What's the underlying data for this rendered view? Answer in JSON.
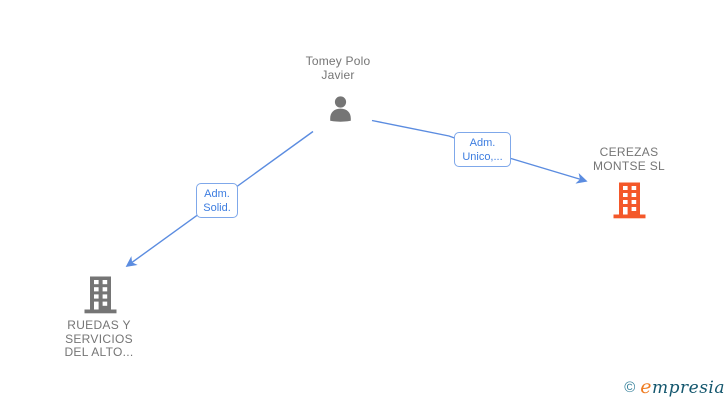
{
  "person": {
    "label_line1": "Tomey Polo",
    "label_line2": "Javier"
  },
  "edge_labels": {
    "unico": {
      "line1": "Adm.",
      "line2": "Unico,..."
    },
    "solid": {
      "line1": "Adm.",
      "line2": "Solid."
    }
  },
  "companies": {
    "cerezas": {
      "label_line1": "CEREZAS",
      "label_line2": "MONTSE SL"
    },
    "ruedas": {
      "label_line1": "RUEDAS Y",
      "label_line2": "SERVICIOS",
      "label_line3": "DEL ALTO..."
    }
  },
  "watermark": {
    "copyright": "©",
    "brand_first": "e",
    "brand_rest": "mpresia"
  },
  "colors": {
    "edge_blue": "#5b8ce0",
    "label_border_blue": "#7fa8ea",
    "label_text_blue": "#3d7de0",
    "node_gray": "#757575",
    "text_gray": "#757575",
    "company_orange": "#f4582a",
    "brand_teal": "#14576e",
    "brand_teal_light": "#337f99",
    "brand_orange": "#ef7d23"
  }
}
